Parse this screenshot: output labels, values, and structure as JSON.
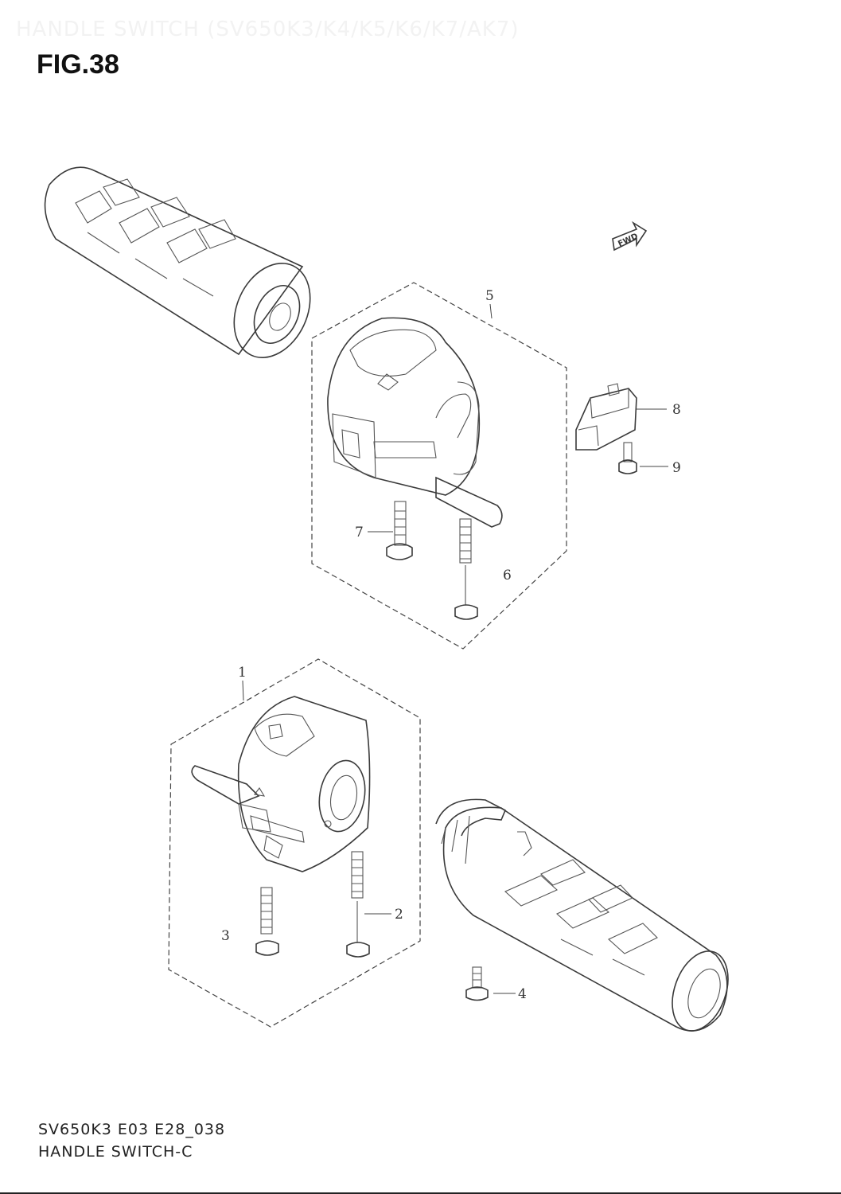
{
  "header": {
    "title": "HANDLE SWITCH (SV650K3/K4/K5/K6/K7/AK7)",
    "figure": "FIG.38"
  },
  "fwd_badge": "FWD",
  "callouts": [
    {
      "id": "1",
      "label": "1"
    },
    {
      "id": "2",
      "label": "2"
    },
    {
      "id": "3",
      "label": "3"
    },
    {
      "id": "4",
      "label": "4"
    },
    {
      "id": "5",
      "label": "5"
    },
    {
      "id": "6",
      "label": "6"
    },
    {
      "id": "7",
      "label": "7"
    },
    {
      "id": "8",
      "label": "8"
    },
    {
      "id": "9",
      "label": "9"
    }
  ],
  "footer": {
    "code": "SV650K3 E03 E28_038",
    "name": "HANDLE SWITCH-C"
  }
}
